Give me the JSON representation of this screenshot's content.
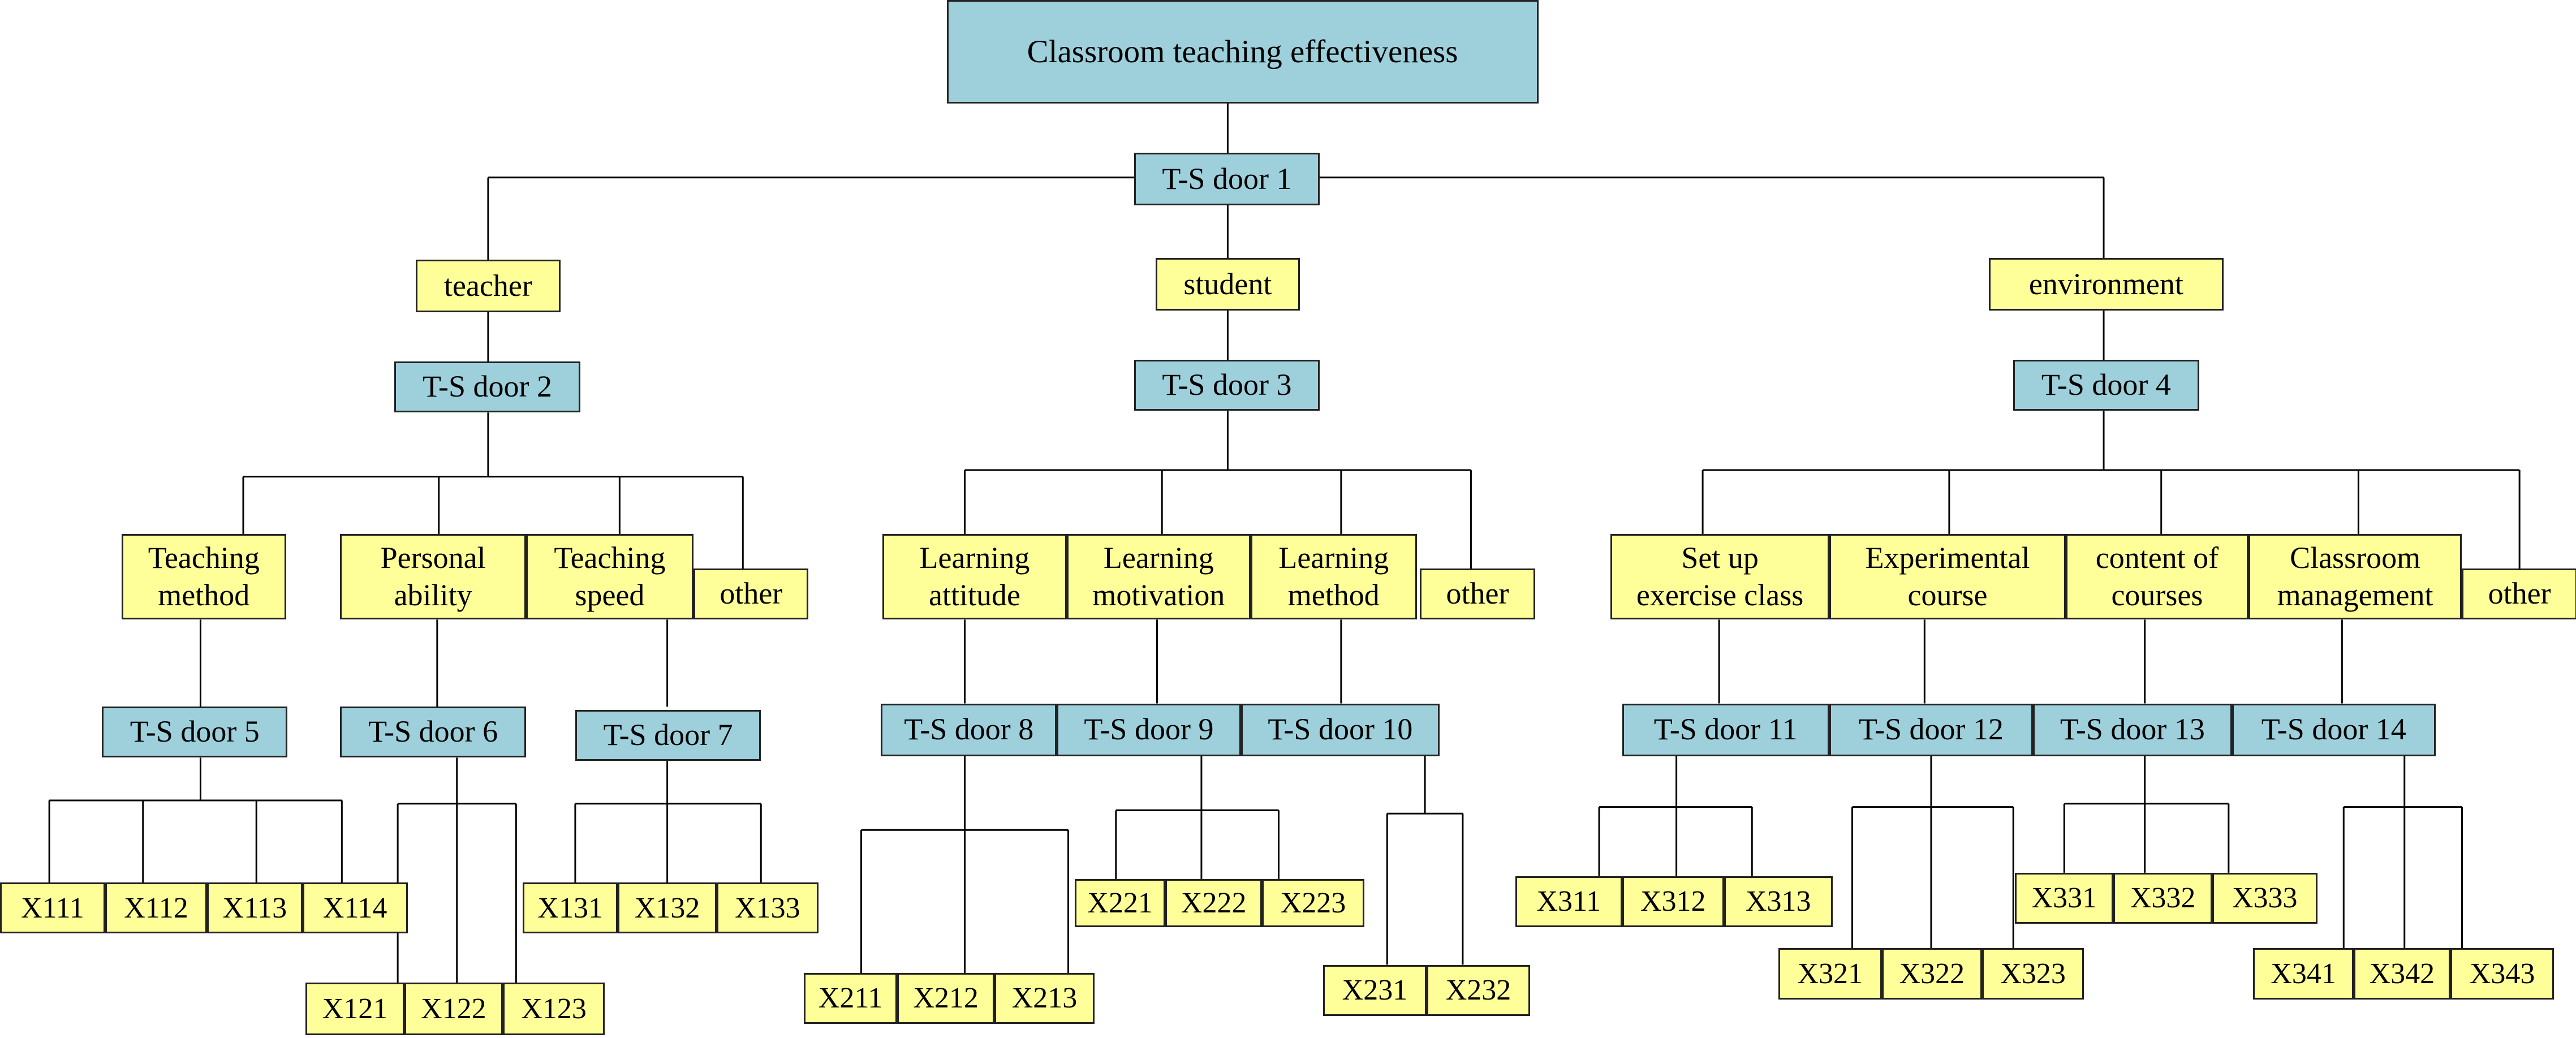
{
  "root": "Classroom teaching effectiveness",
  "gates": {
    "g1": "T-S door 1",
    "g2": "T-S door 2",
    "g3": "T-S door 3",
    "g4": "T-S door 4",
    "g5": "T-S door 5",
    "g6": "T-S door 6",
    "g7": "T-S door 7",
    "g8": "T-S door 8",
    "g9": "T-S door 9",
    "g10": "T-S door 10",
    "g11": "T-S door 11",
    "g12": "T-S door 12",
    "g13": "T-S door 13",
    "g14": "T-S door 14"
  },
  "factors": {
    "teacher": "teacher",
    "student": "student",
    "environment": "environment"
  },
  "sub_factors": {
    "teaching_method": "Teaching\nmethod",
    "personal_ability": "Personal\nability",
    "teaching_speed": "Teaching\nspeed",
    "teacher_other": "other",
    "learning_attitude": "Learning\nattitude",
    "learning_motivation": "Learning\nmotivation",
    "learning_method": "Learning\nmethod",
    "student_other": "other",
    "set_up_exercise_class": "Set up\nexercise class",
    "experimental_course": "Experimental\ncourse",
    "content_of_courses": "content of\ncourses",
    "classroom_management": "Classroom\nmanagement",
    "environment_other": "other"
  },
  "events": {
    "X111": "X111",
    "X112": "X112",
    "X113": "X113",
    "X114": "X114",
    "X121": "X121",
    "X122": "X122",
    "X123": "X123",
    "X131": "X131",
    "X132": "X132",
    "X133": "X133",
    "X211": "X211",
    "X212": "X212",
    "X213": "X213",
    "X221": "X221",
    "X222": "X222",
    "X223": "X223",
    "X231": "X231",
    "X232": "X232",
    "X311": "X311",
    "X312": "X312",
    "X313": "X313",
    "X321": "X321",
    "X322": "X322",
    "X323": "X323",
    "X331": "X331",
    "X332": "X332",
    "X333": "X333",
    "X341": "X341",
    "X342": "X342",
    "X343": "X343"
  },
  "colors": {
    "gate_fill": "#9ED0DC",
    "node_fill": "#FFFF99",
    "stroke": "#000000"
  }
}
